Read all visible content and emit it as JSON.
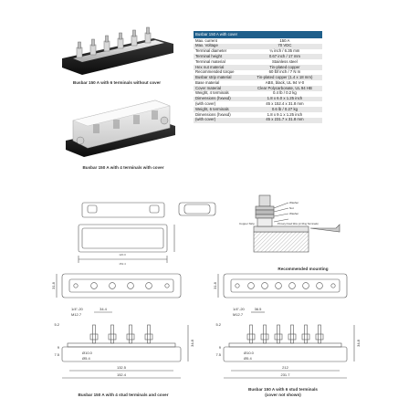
{
  "captions": {
    "photo_without_cover": "Busbar 150 A with 6 terminals without cover",
    "photo_with_cover": "Busbar 150 A with 4 terminals with cover",
    "mounting": "Recommended mounting",
    "drawing_4": "Busbar 150 A with 4 stud terminals and cover",
    "drawing_6_line1": "Busbar 150 A with 6 stud terminals",
    "drawing_6_line2": "(cover not shown)"
  },
  "spec_table": {
    "header": "Busbar 150 A with cover",
    "rows": [
      {
        "label": "Max. current",
        "value": "150 A"
      },
      {
        "label": "Max. Voltage",
        "value": "70 VDC"
      },
      {
        "label": "Terminal diameter",
        "value": "¼ inch / 6.35 mm"
      },
      {
        "label": "Terminal height",
        "value": "0.67 inch / 17 mm"
      },
      {
        "label": "Terminal material",
        "value": "Stainless steel"
      },
      {
        "label": "Hex nut material",
        "value": "Tin-plated copper"
      },
      {
        "label": "Recommended torque",
        "value": "60 lbf inch / 7 N m"
      },
      {
        "label": "Busbar strip material",
        "value": "Tin-plated copper (1.4 x 18 mm)"
      },
      {
        "label": "Base material",
        "value": "ABS, black, UL 94 V-0"
      },
      {
        "label": "Cover material",
        "value": "Clear Polycarbonate, UL 94 HB"
      },
      {
        "label": "Weight, 4 terminals",
        "value": "0.4 lb / 0.2 kg"
      },
      {
        "label": "Dimensions (hxwxd)",
        "value": "1.8 x 6.0 x 1.25 inch"
      },
      {
        "label": "(with cover)",
        "value": "45 x 152.4 x 31.8 mm"
      },
      {
        "label": "Weight, 6 terminals",
        "value": "0.6 lb / 0.27 kg"
      },
      {
        "label": "Dimensions (hxwxd)",
        "value": "1.8 x 9.1 x 1.25 inch"
      },
      {
        "label": "(with cover)",
        "value": "45 x 231.7 x 31.8 mm"
      }
    ]
  },
  "mounting_labels": {
    "washer1": "Washer",
    "nut": "Nut",
    "washer2": "Washer",
    "copper_strip": "Copper Strip",
    "terminal": "Primary Fixed Wire (or Ring Terminals)"
  },
  "dims_4": {
    "thread": "1/4\"-20",
    "nut": "M12.7",
    "pitch": "34.4",
    "left_offset": "5.2",
    "height": "34.8",
    "base_h1": "9",
    "base_h2": "7.5",
    "hole_d1": "Ø10.0",
    "hole_d2": "Ø5.4",
    "inner_len": "132.5",
    "total_len": "152.4",
    "depth": "31.8"
  },
  "dims_6": {
    "thread": "1/4\"-20",
    "nut": "M12.7",
    "pitch": "36.5",
    "left_offset": "5.2",
    "height": "34.8",
    "base_h1": "9",
    "base_h2": "7.5",
    "hole_d1": "Ø10.0",
    "hole_d2": "Ø5.4",
    "inner_len": "212",
    "total_len": "231.7",
    "depth": "31.8"
  }
}
